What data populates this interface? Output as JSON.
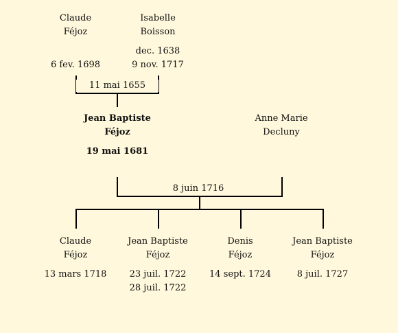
{
  "parents": {
    "father": {
      "first_name": "Claude",
      "last_name": "Féjoz",
      "birth": "",
      "death": "6 fev. 1698"
    },
    "mother": {
      "first_name": "Isabelle",
      "last_name": "Boisson",
      "birth": "dec. 1638",
      "death": "9 nov. 1717"
    },
    "marriage_date": "11 mai 1655"
  },
  "subject": {
    "first_name": "Jean Baptiste",
    "last_name": "Féjoz",
    "birth": "19 mai 1681"
  },
  "spouse": {
    "first_name": "Anne Marie",
    "last_name": "Decluny"
  },
  "subject_marriage_date": "8 juin 1716",
  "children": [
    {
      "first_name": "Claude",
      "last_name": "Féjoz",
      "birth": "13 mars 1718",
      "death": ""
    },
    {
      "first_name": "Jean Baptiste",
      "last_name": "Féjoz",
      "birth": "23 juil. 1722",
      "death": "28 juil. 1722"
    },
    {
      "first_name": "Denis",
      "last_name": "Féjoz",
      "birth": "14 sept. 1724",
      "death": ""
    },
    {
      "first_name": "Jean Baptiste",
      "last_name": "Féjoz",
      "birth": "8 juil. 1727",
      "death": ""
    }
  ]
}
